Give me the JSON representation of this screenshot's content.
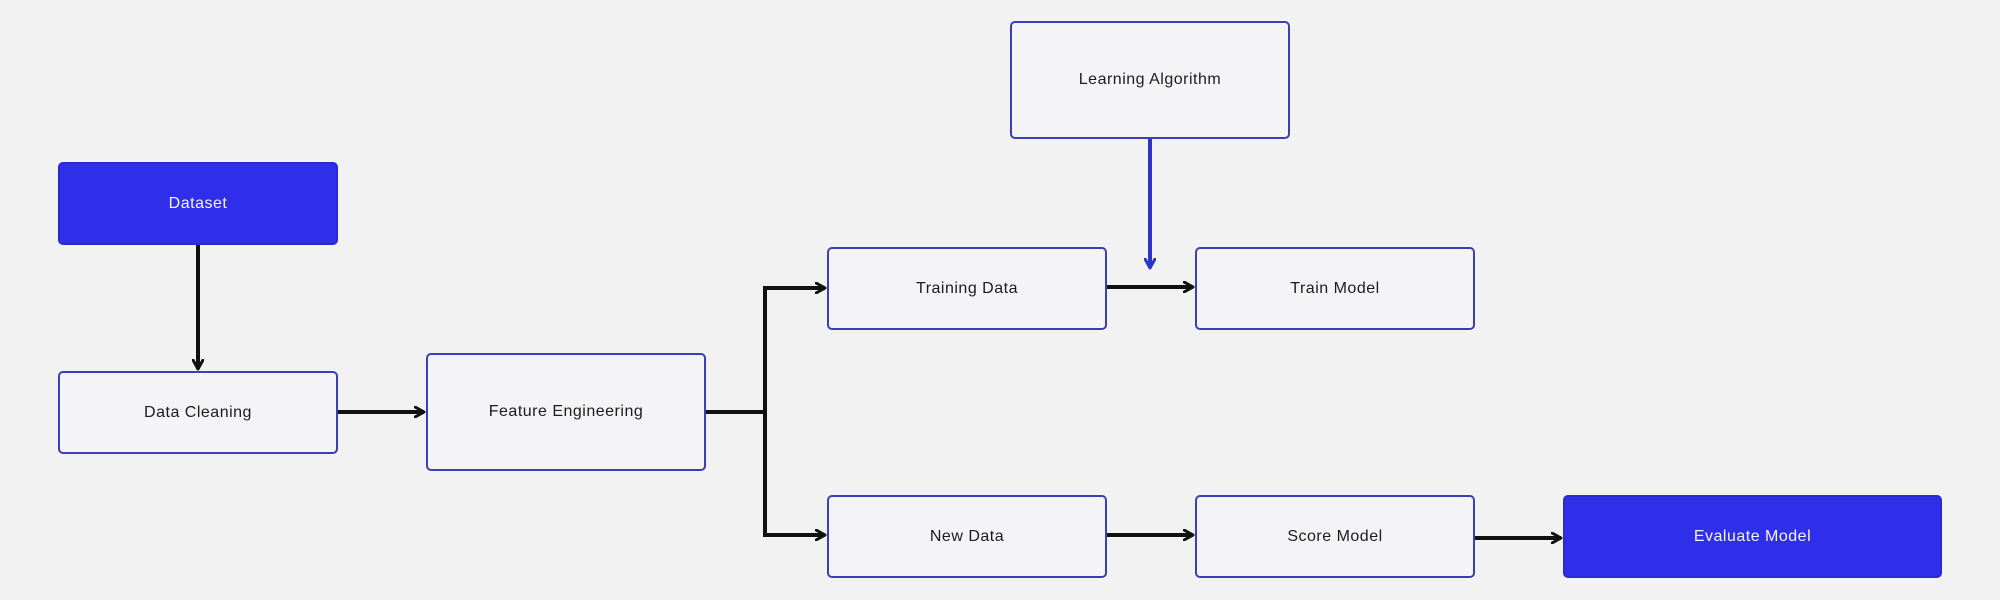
{
  "diagram": {
    "nodes": {
      "dataset": "Dataset",
      "data_cleaning": "Data Cleaning",
      "feature_engineering": "Feature Engineering",
      "learning_algorithm": "Learning Algorithm",
      "training_data": "Training Data",
      "train_model": "Train Model",
      "new_data": "New Data",
      "score_model": "Score Model",
      "evaluate_model": "Evaluate Model"
    },
    "edges": [
      {
        "from": "Dataset",
        "to": "Data Cleaning"
      },
      {
        "from": "Data Cleaning",
        "to": "Feature Engineering"
      },
      {
        "from": "Feature Engineering",
        "to": "Training Data"
      },
      {
        "from": "Feature Engineering",
        "to": "New Data"
      },
      {
        "from": "Training Data",
        "to": "Train Model"
      },
      {
        "from": "Learning Algorithm",
        "to": "Train Model"
      },
      {
        "from": "New Data",
        "to": "Score Model"
      },
      {
        "from": "Score Model",
        "to": "Evaluate Model"
      }
    ]
  },
  "colors": {
    "background": "#f2f2f3",
    "accent": "#2f2fea",
    "node_border": "#3a3fb8",
    "connector": "#111111",
    "algorithm_connector": "#2b34c8"
  }
}
